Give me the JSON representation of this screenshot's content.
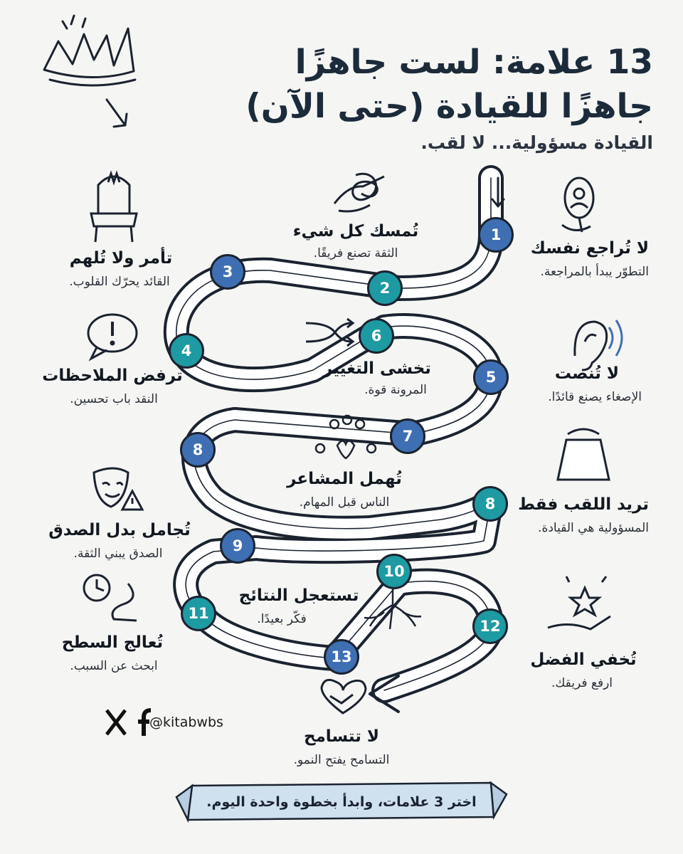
{
  "title_line1": "13 علامة: لست جاهزًا",
  "title_line2": "جاهزًا للقيادة  (حتى الآن)",
  "subtitle": "القيادة مسؤولية... لا لقب.",
  "signs": [
    {
      "num": "1",
      "color": "blue",
      "title": "لا تُراجع نفسك",
      "desc": "التطوّر يبدأ بالمراجعة.",
      "icon": "mirror-icon"
    },
    {
      "num": "2",
      "color": "teal",
      "title": "تُمسك كل شيء",
      "desc": "الثقة تصنع فريقًا.",
      "icon": "tangled-hand-icon"
    },
    {
      "num": "3",
      "color": "blue",
      "title": "تأمر ولا تُلهم",
      "desc": "القائد يحرّك القلوب.",
      "icon": "throne-icon"
    },
    {
      "num": "4",
      "color": "teal",
      "title": "ترفض الملاحظات",
      "desc": "النقد باب تحسين.",
      "icon": "speech-bubble-exclamation-icon"
    },
    {
      "num": "5",
      "color": "blue",
      "title": "لا تُنصت",
      "desc": "الإصغاء يصنع قائدًا.",
      "icon": "ear-icon"
    },
    {
      "num": "6",
      "color": "teal",
      "title": "تخشى التغيير",
      "desc": "المرونة قوة.",
      "icon": "shuffle-arrows-icon"
    },
    {
      "num": "7",
      "color": "blue",
      "title": "",
      "desc": "",
      "icon": ""
    },
    {
      "num": "8",
      "color": "blue",
      "title": "تُهمل المشاعر",
      "desc": "الناس قبل المهام.",
      "icon": "team-heart-icon"
    },
    {
      "num": "8",
      "color": "teal",
      "title": "تريد اللقب فقط",
      "desc": "المسؤولية هي القيادة.",
      "icon": "weight-icon"
    },
    {
      "num": "9",
      "color": "blue",
      "title": "تُجامل بدل الصدق",
      "desc": "الصدق يبني الثقة.",
      "icon": "mask-warning-icon"
    },
    {
      "num": "10",
      "color": "teal",
      "title": "تستعجل النتائج",
      "desc": "فكّر بعيدًا.",
      "icon": "roots-icon"
    },
    {
      "num": "11",
      "color": "teal",
      "title": "تُعالج السطح",
      "desc": "ابحث عن السبب.",
      "icon": "clock-path-icon"
    },
    {
      "num": "12",
      "color": "teal",
      "title": "تُخفي الفضل",
      "desc": "ارفع فريقك.",
      "icon": "star-hand-icon"
    },
    {
      "num": "13",
      "color": "blue",
      "title": "لا تتسامح",
      "desc": "التسامح يفتح النمو.",
      "icon": "handshake-heart-icon"
    }
  ],
  "social": {
    "x_icon": "x-logo-icon",
    "f_icon": "facebook-logo-icon",
    "handle": "@kitabwbs"
  },
  "banner": "اختر 3 علامات، وابدأ بخطوة واحدة اليوم.",
  "colors": {
    "blue": "#3f6fb3",
    "teal": "#1e9aa3",
    "ink": "#1b2330",
    "background": "#f5f5f3"
  }
}
